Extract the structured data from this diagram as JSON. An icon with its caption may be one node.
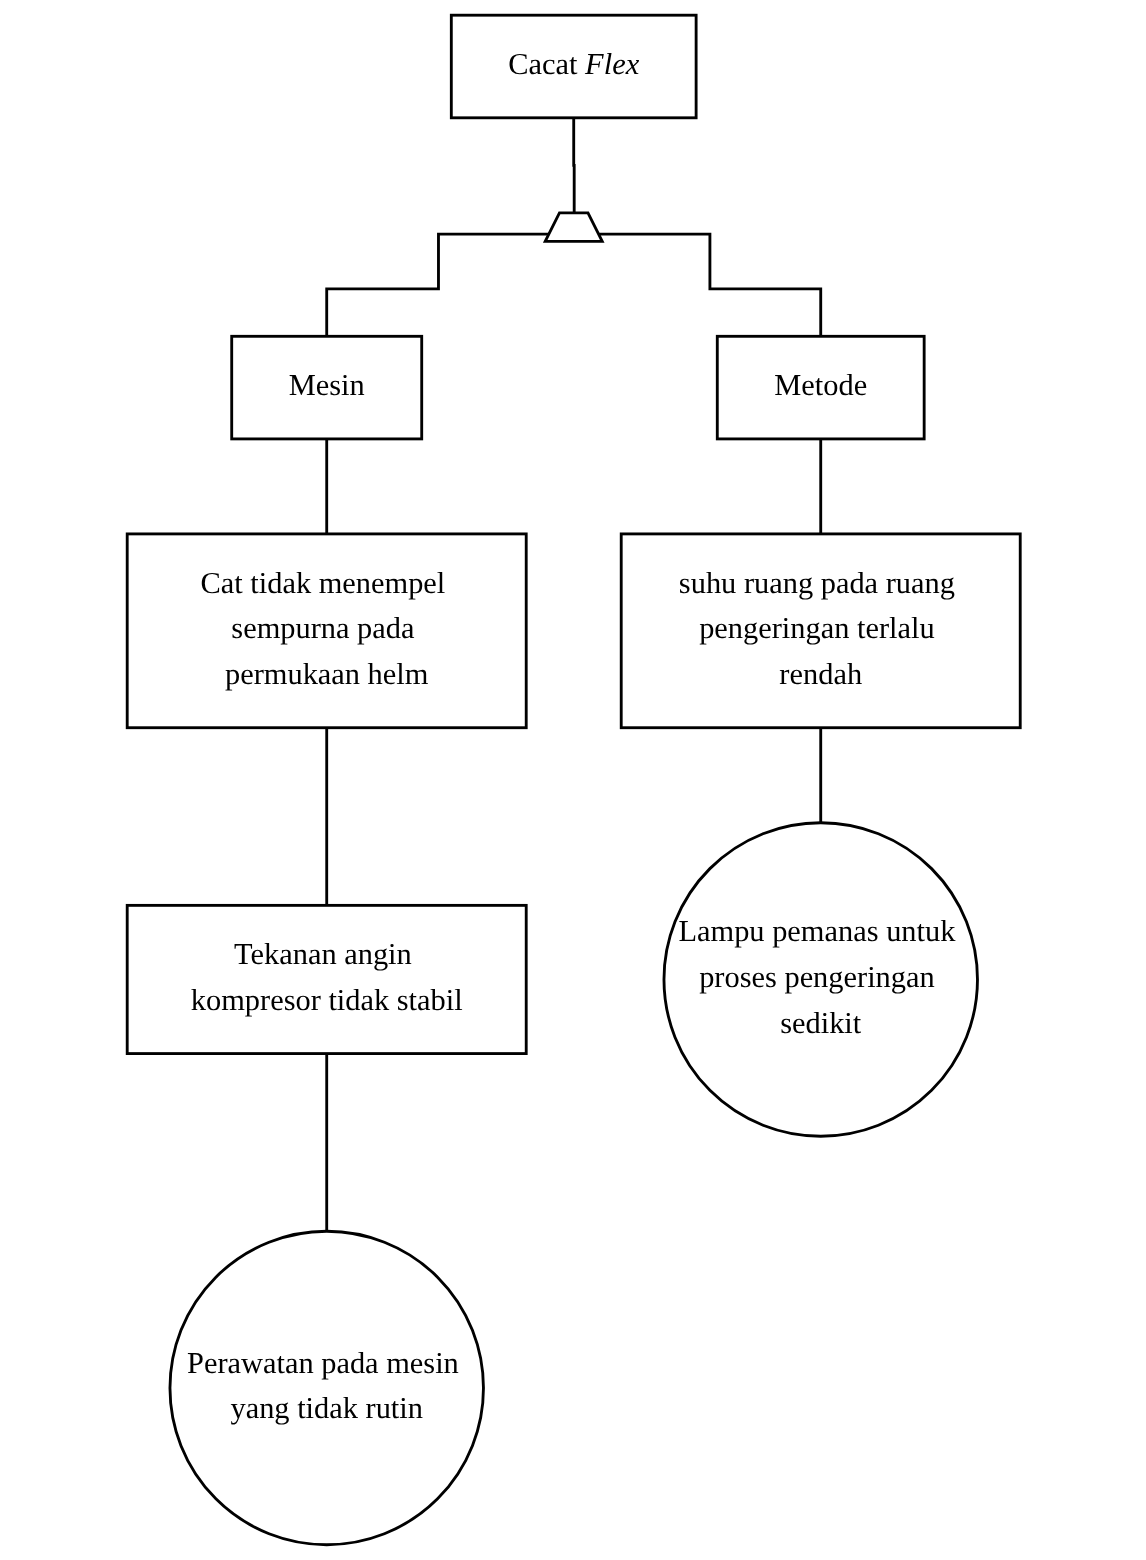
{
  "diagram": {
    "nodes": [
      {
        "text": [
          "Cacat *Flex*"
        ]
      },
      {
        "text": [],
        "shape": "gate"
      },
      {
        "text": [
          "Mesin"
        ]
      },
      {
        "text": [
          "Metode"
        ]
      },
      {
        "text": [
          "Cat tidak menempel sempurna pada permukaan helm"
        ]
      },
      {
        "text": [
          "suhu ruang pada ruang pengeringan terlalu rendah"
        ]
      },
      {
        "text": [
          "Tekanan angin kompresor tidak stabil"
        ]
      },
      {
        "text": [
          "Lampu pemanas untuk proses pengeringan sedikit"
        ]
      },
      {
        "text": [
          "Perawatan pada mesin yang tidak rutin"
        ]
      }
    ],
    "edges": [
      {
        "from": 0,
        "to": 1,
        "arrow": "none"
      },
      {
        "from": 1,
        "to": 2,
        "arrow": "none"
      },
      {
        "from": 1,
        "to": 3,
        "arrow": "none"
      },
      {
        "from": 2,
        "to": 4,
        "arrow": "none"
      },
      {
        "from": 3,
        "to": 5,
        "arrow": "none"
      },
      {
        "from": 4,
        "to": 6,
        "arrow": "none"
      },
      {
        "from": 5,
        "to": 7,
        "arrow": "none"
      },
      {
        "from": 6,
        "to": 8,
        "arrow": "none"
      }
    ]
  }
}
